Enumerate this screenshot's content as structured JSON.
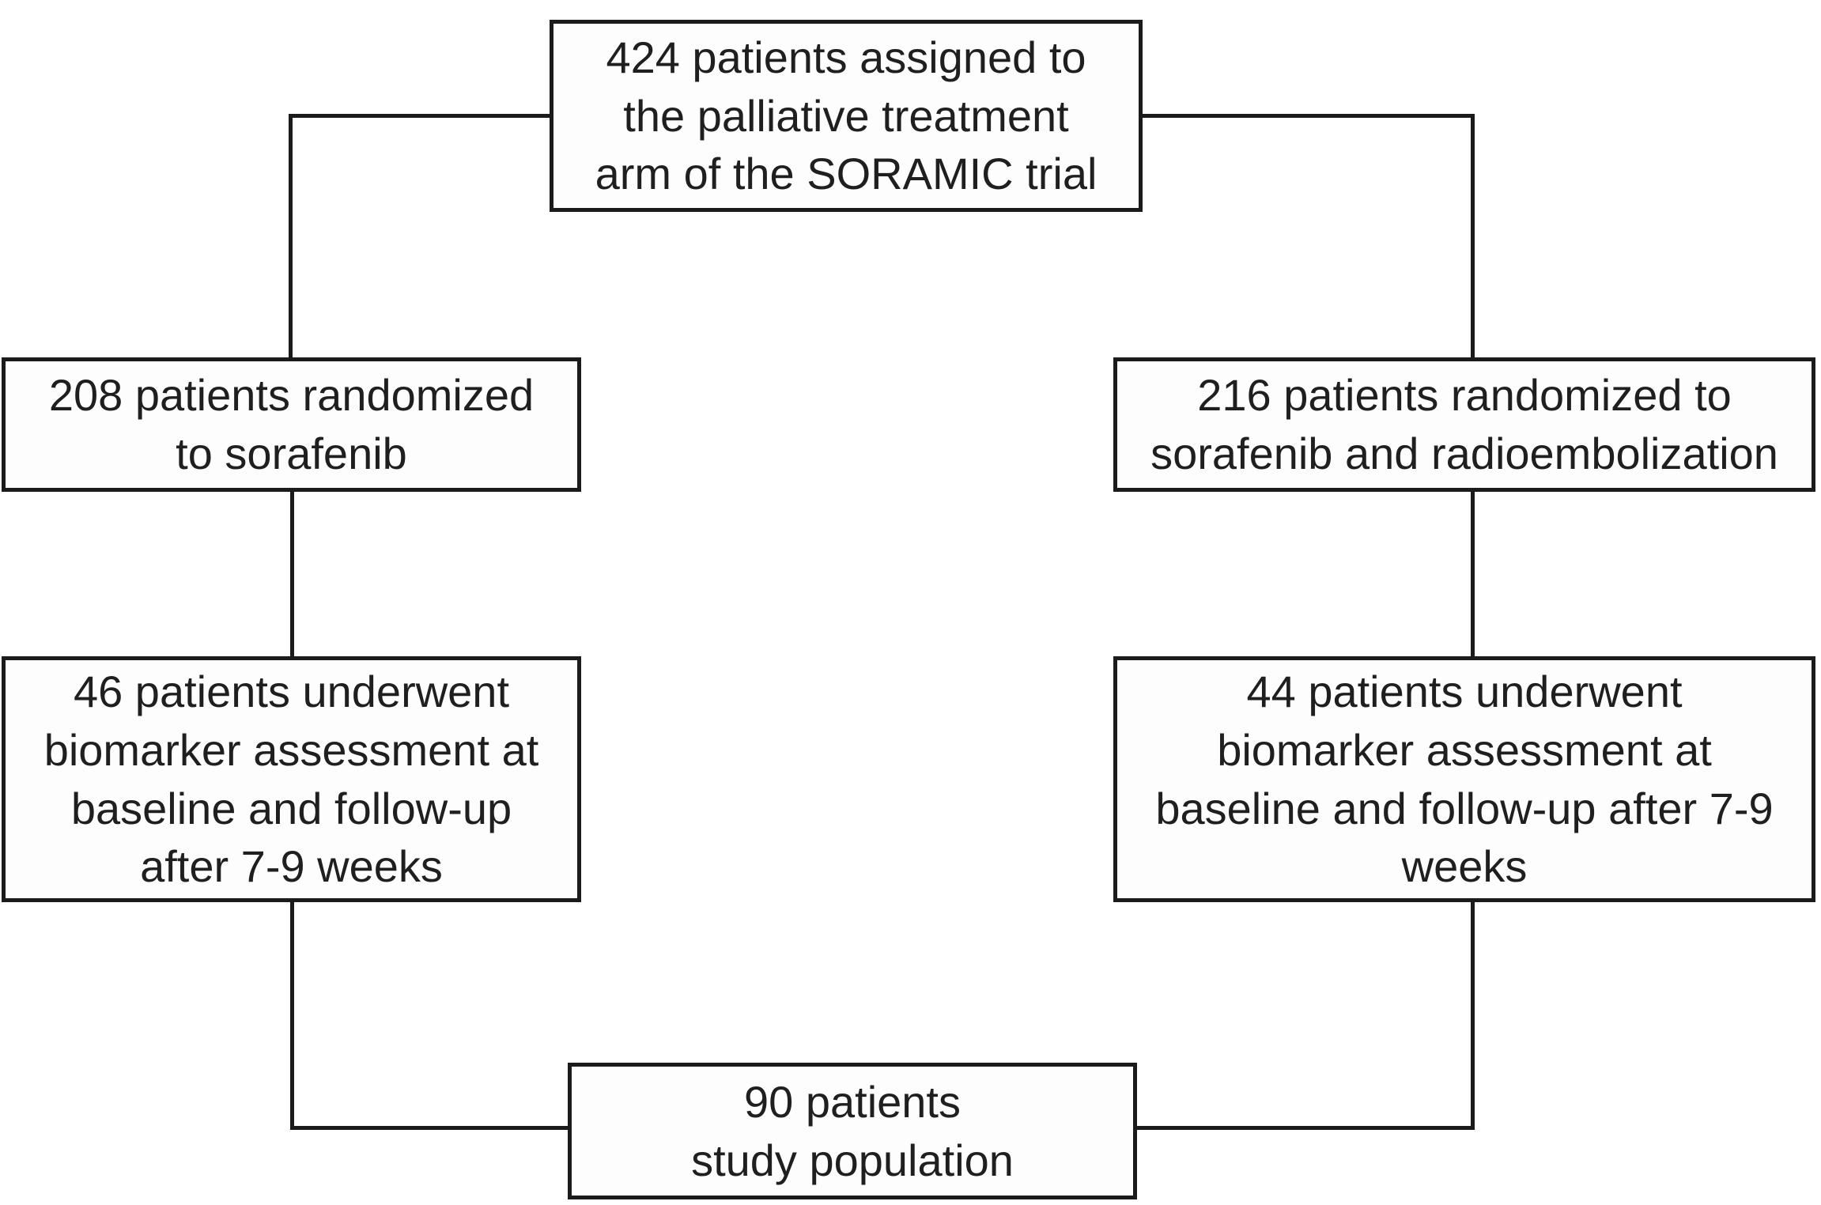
{
  "diagram": {
    "type": "flowchart",
    "topic": "SORAMIC trial palliative arm biomarker study population flow",
    "boxes": {
      "assigned": {
        "count": 424,
        "text": "424 patients assigned to\nthe palliative treatment\narm of the SORAMIC trial"
      },
      "sorafenib": {
        "count": 208,
        "text": "208 patients randomized\nto sorafenib"
      },
      "sorafenib_radioembolization": {
        "count": 216,
        "text": "216 patients randomized to\nsorafenib and radioembolization"
      },
      "biomarker_sorafenib": {
        "count": 46,
        "text": "46 patients underwent\nbiomarker assessment at\nbaseline and follow-up\nafter 7-9 weeks"
      },
      "biomarker_sorafenib_radioembolization": {
        "count": 44,
        "text": "44 patients underwent\nbiomarker assessment at\nbaseline and follow-up after 7-9\nweeks"
      },
      "study_population": {
        "count": 90,
        "text": "90 patients\nstudy population"
      }
    },
    "edges": [
      {
        "from": "assigned",
        "to": "sorafenib"
      },
      {
        "from": "assigned",
        "to": "sorafenib_radioembolization"
      },
      {
        "from": "sorafenib",
        "to": "biomarker_sorafenib"
      },
      {
        "from": "sorafenib_radioembolization",
        "to": "biomarker_sorafenib_radioembolization"
      },
      {
        "from": "biomarker_sorafenib",
        "to": "study_population"
      },
      {
        "from": "biomarker_sorafenib_radioembolization",
        "to": "study_population"
      }
    ],
    "colors": {
      "line": "#1b1b1b",
      "text": "#1f1f1f",
      "box_background": "#fdfdfd",
      "page_background": "#ffffff"
    }
  }
}
